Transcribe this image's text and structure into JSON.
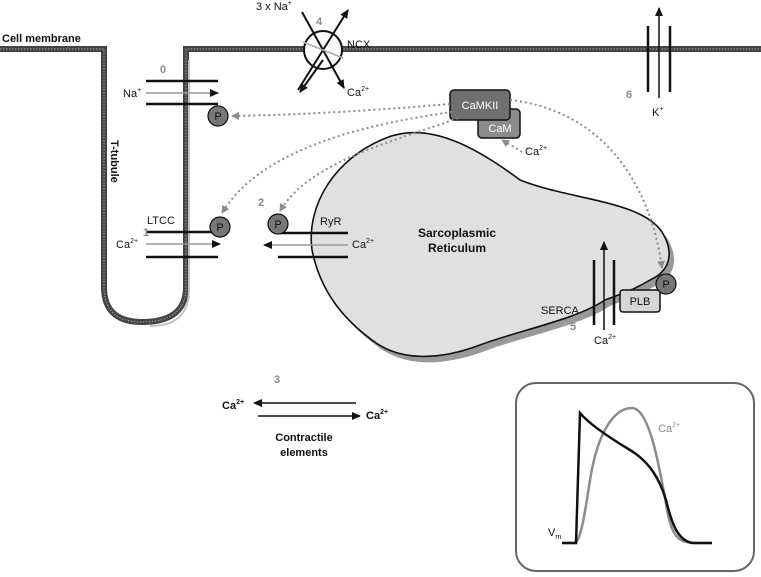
{
  "labels": {
    "cell_membrane": "Cell membrane",
    "t_tubule": "T-tubule",
    "sarcoplasmic_reticulum_line1": "Sarcoplasmic",
    "sarcoplasmic_reticulum_line2": "Reticulum",
    "contractile_line1": "Contractile",
    "contractile_line2": "elements",
    "ncx": "NCX",
    "ncx_na_prefix": "3 x Na",
    "ca": "Ca",
    "na": "Na",
    "k": "K",
    "plus": "+",
    "two_plus": "2+",
    "ltcc": "LTCC",
    "ryr": "RyR",
    "serca": "SERCA",
    "plb": "PLB",
    "camkii": "CaMKII",
    "cam": "CaM",
    "p": "P",
    "vm": "V",
    "vm_sub": "m"
  },
  "step_numbers": {
    "na_channel": "0",
    "ltcc": "1",
    "ryr": "2",
    "contractile": "3",
    "ncx": "4",
    "serca": "5",
    "k_channel": "6"
  },
  "colors": {
    "membrane": "#555555",
    "sr_fill": "#e0e0e0",
    "sr_shadow": "#9a9a9a",
    "phospho": "#777777",
    "camkii_fill": "#6f6f6f",
    "cam_fill": "#8c8c8c",
    "plb_fill": "#d6d6d6",
    "dotted_arrow": "#8c8c8c",
    "vm_trace": "#111111",
    "ca_trace": "#8c8c8c",
    "inset_border": "#666666"
  },
  "icons": {
    "phosphate": "p-circle-icon",
    "ncx_exchanger": "exchanger-circle-icon"
  }
}
